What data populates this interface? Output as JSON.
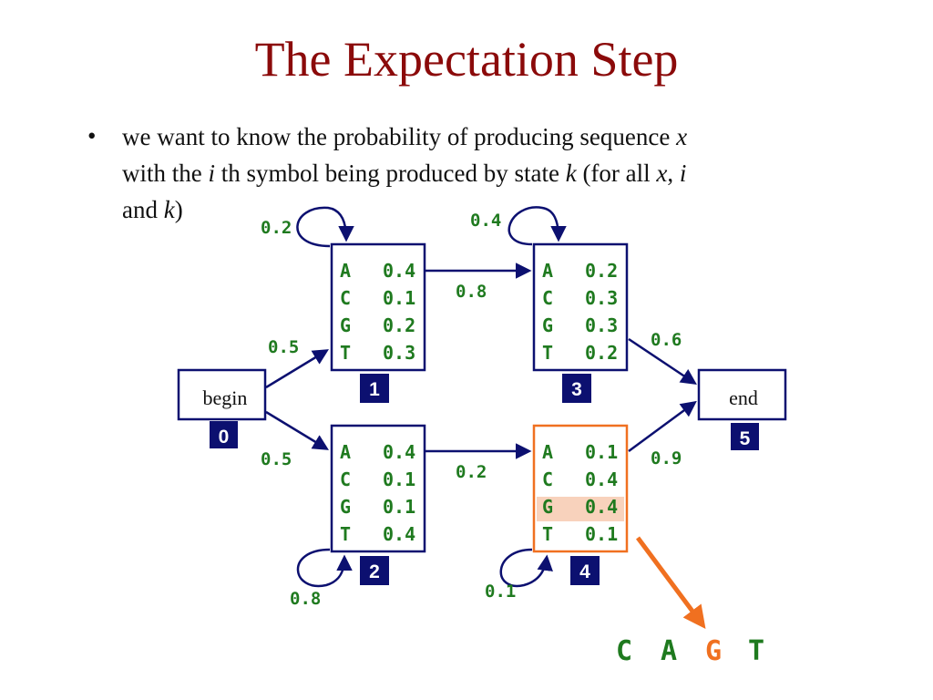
{
  "title": "The Expectation Step",
  "bullet": {
    "symbol": "•",
    "t1": "we want to know the probability of producing sequence ",
    "x1": "x",
    "t2": "with the ",
    "i1": "i",
    "t3": " th symbol being produced by state ",
    "k1": "k",
    "t4": " (for all ",
    "x2": "x",
    "t5": ", ",
    "i2": "i",
    "t6": "and ",
    "k2": "k",
    "t7": ")"
  },
  "colors": {
    "title": "#8b0a0a",
    "arrow": "#0c1070",
    "number_text": "#1f7a1f",
    "highlight_border": "#f07020",
    "highlight_fill": "#f8d2bc",
    "label_bg": "#0c1070"
  },
  "states": {
    "begin": {
      "name": "begin",
      "number": "0"
    },
    "end": {
      "name": "end",
      "number": "5"
    },
    "s1": {
      "number": "1",
      "rows": [
        [
          "A",
          "0.4"
        ],
        [
          "C",
          "0.1"
        ],
        [
          "G",
          "0.2"
        ],
        [
          "T",
          "0.3"
        ]
      ]
    },
    "s2": {
      "number": "2",
      "rows": [
        [
          "A",
          "0.4"
        ],
        [
          "C",
          "0.1"
        ],
        [
          "G",
          "0.1"
        ],
        [
          "T",
          "0.4"
        ]
      ]
    },
    "s3": {
      "number": "3",
      "rows": [
        [
          "A",
          "0.2"
        ],
        [
          "C",
          "0.3"
        ],
        [
          "G",
          "0.3"
        ],
        [
          "T",
          "0.2"
        ]
      ]
    },
    "s4": {
      "number": "4",
      "rows": [
        [
          "A",
          "0.1"
        ],
        [
          "C",
          "0.4"
        ],
        [
          "G",
          "0.4"
        ],
        [
          "T",
          "0.1"
        ]
      ]
    }
  },
  "transitions": {
    "begin_to_1": "0.5",
    "begin_to_2": "0.5",
    "loop_1": "0.2",
    "loop_2": "0.8",
    "loop_3": "0.4",
    "loop_4": "0.1",
    "s1_to_3": "0.8",
    "s2_to_4": "0.2",
    "s3_to_end": "0.6",
    "s4_to_end": "0.9"
  },
  "sequence": {
    "c": "C",
    "a": "A",
    "g": "G",
    "t": "T"
  }
}
